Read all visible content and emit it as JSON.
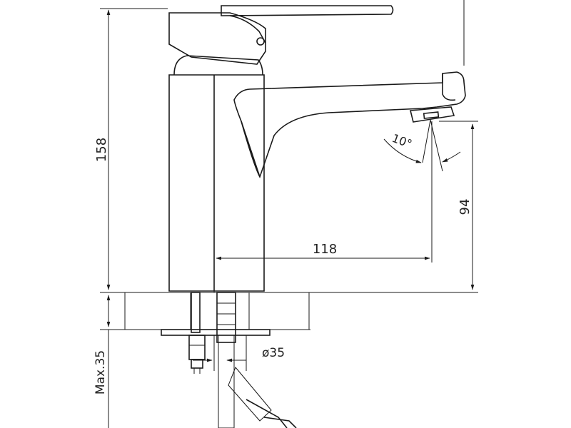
{
  "drawing": {
    "dimensions": {
      "height": "158",
      "outlet_height": "94",
      "reach": "118",
      "angle": "10°",
      "max_thickness": "Max.35",
      "hole_diameter": "ø35"
    }
  }
}
